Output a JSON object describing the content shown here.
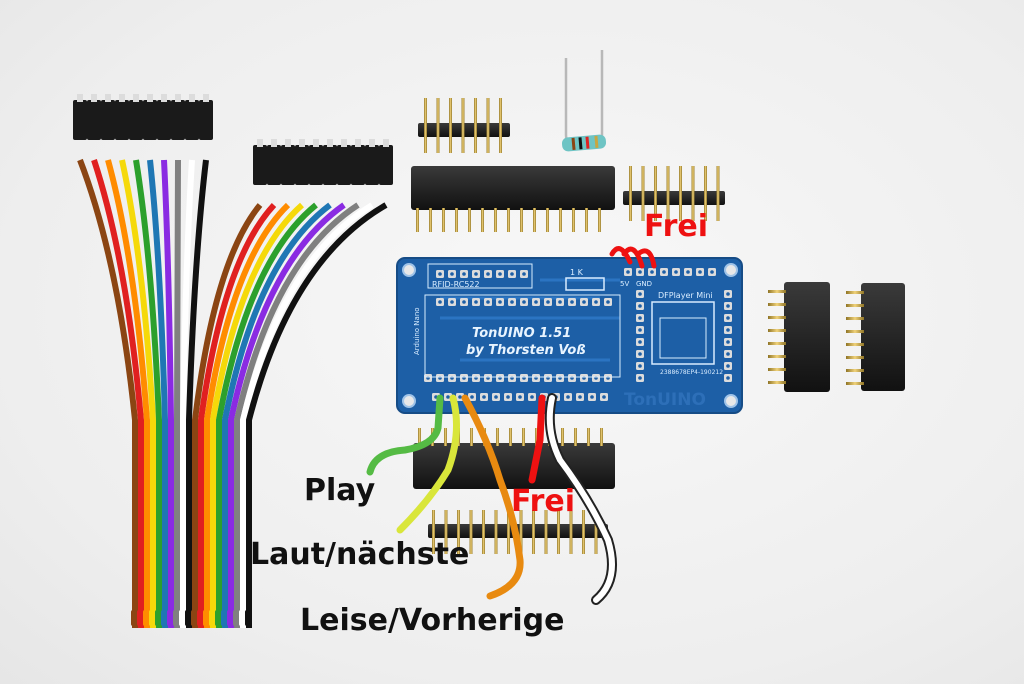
{
  "pcb": {
    "title_line1": "TonUINO 1.51",
    "title_line2": "by Thorsten Voß",
    "label_rfid": "RFID-RC522",
    "label_resistor": "1 K",
    "label_dfplayer": "DFPlayer Mini",
    "label_arduino": "Arduino Nano",
    "label_serial": "2388678EP4-190212",
    "label_5v": "5V",
    "label_gnd": "GND",
    "brand": "TonUINO"
  },
  "annotations": {
    "frei_top": "Frei",
    "frei_bottom": "Frei",
    "play": "Play",
    "laut_naechste": "Laut/nächste",
    "leise_vorherige": "Leise/Vorherige"
  },
  "colors": {
    "pcb": "#1d5fa6",
    "frei": "#ee1111",
    "play_wire": "#55bb44",
    "laut_wire": "#d9e63a",
    "leise_wire": "#e88a10",
    "white_wire": "#ffffff",
    "header_black": "#1a1a1a",
    "pin_gold": "#c9a640"
  },
  "ribbon_colors": [
    "#8b4513",
    "#e02020",
    "#ff8c00",
    "#f5d90a",
    "#2ca02c",
    "#1f77b4",
    "#8a2be2",
    "#808080",
    "#ffffff",
    "#111111",
    "#8b4513",
    "#e02020",
    "#ff8c00",
    "#f5d90a",
    "#2ca02c",
    "#1f77b4",
    "#8a2be2",
    "#808080",
    "#ffffff",
    "#111111"
  ]
}
